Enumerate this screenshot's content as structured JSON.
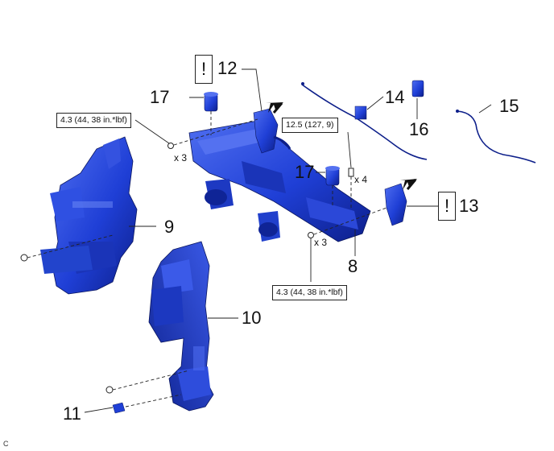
{
  "callouts": {
    "p8": "8",
    "p9": "9",
    "p10": "10",
    "p11": "11",
    "p12": "12",
    "p13": "13",
    "p14": "14",
    "p15": "15",
    "p16": "16",
    "p17a": "17",
    "p17b": "17"
  },
  "torque": {
    "left_top": "4.3 (44, 38 in.*lbf)",
    "center_top": "12.5 (127, 9)",
    "bottom": "4.3 (44, 38 in.*lbf)"
  },
  "quantities": {
    "q1": "x 3",
    "q2": "x 4",
    "q3": "x 3"
  },
  "caution": {
    "c12": "!",
    "c13": "!"
  },
  "corner_mark": "C",
  "colors": {
    "part_blue": "#1f3fd6",
    "part_dark": "#0d1f8a",
    "part_light": "#4f6ef0",
    "line": "#222222"
  }
}
